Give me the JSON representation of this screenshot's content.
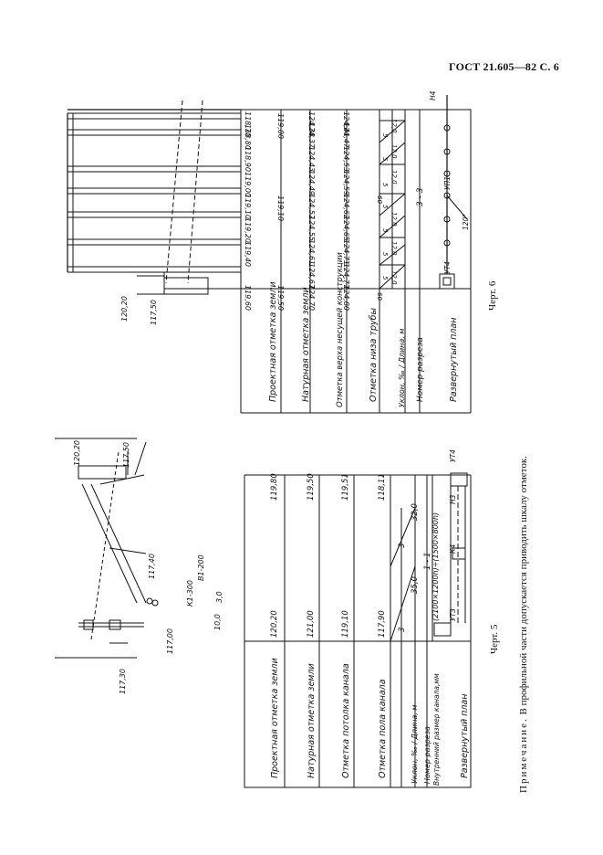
{
  "header": {
    "title": "ГОСТ 21.605—82 С. 6"
  },
  "note": {
    "prefix": "Примечание.",
    "text": "В профильной части допускается приводить шкалу отметок."
  },
  "fig5": {
    "caption": "Черт. 5",
    "rows": [
      "Проектная отметка земли",
      "Натурная отметка земли",
      "Отметка потолка канала",
      "Отметка пола канала",
      "Уклон, ‰ / Длина, м",
      "Номер разреза",
      "Внутренний размер канала,мм",
      "Развернутый план"
    ],
    "values": {
      "design_ground": [
        "120,20",
        "119,80"
      ],
      "natural_ground": [
        "121,00",
        "119,50"
      ],
      "ceiling": [
        "119,10",
        "119,51"
      ],
      "floor": [
        "117,90",
        "118,11"
      ]
    },
    "slope_length": [
      {
        "slope": "3",
        "length": "35,0"
      },
      {
        "slope": "3",
        "length": "32,0"
      }
    ],
    "section": "1 - 1",
    "channel_size": "(2100×1200h)÷(1500×800h)",
    "plan_labels": [
      "УТ3",
      "К4",
      "Н3",
      "УТ4"
    ],
    "elevations": [
      "120,20",
      "117,50",
      "117,40",
      "117,30",
      "117,00",
      "10,0",
      "3,0"
    ],
    "profile_labels": [
      "К1-300",
      "В1-200"
    ]
  },
  "fig6": {
    "caption": "Черт. 6",
    "rows": [
      "Проектная отметка земли",
      "Натурная отметка земли",
      "Отметка верха несущей конструкции",
      "Отметка низа трубы",
      "Уклон, ‰ / Длина, м",
      "Номер разреза",
      "Развернутый план"
    ],
    "design_ground": [
      "119,60",
      "119,40",
      "119,20",
      "119,10",
      "119,00",
      "118,90",
      "118,80",
      "118,70"
    ],
    "natural_ground": [
      "119,50",
      "119,10",
      "119,00"
    ],
    "top_structure": [
      "124,70",
      "124,67",
      "124,61",
      "124,55",
      "124,52",
      "124,49",
      "124,43",
      "124,37",
      "124,38"
    ],
    "pipe_bottom": [
      "124,80",
      "124,77",
      "124,71",
      "124,65",
      "124,62",
      "124,59",
      "124,53",
      "124,47",
      "124,41"
    ],
    "slope_length": [
      "5",
      "12,0",
      "60",
      "5",
      "12,0",
      "5",
      "12,0",
      "5",
      "60",
      "5",
      "12,0",
      "5",
      "12,0",
      "5",
      "12,0"
    ],
    "section": "3 - 3",
    "plan_labels": [
      "УТ4",
      "УП1",
      "Н4",
      "120°"
    ],
    "elevations": [
      "120,20",
      "117,50"
    ]
  }
}
